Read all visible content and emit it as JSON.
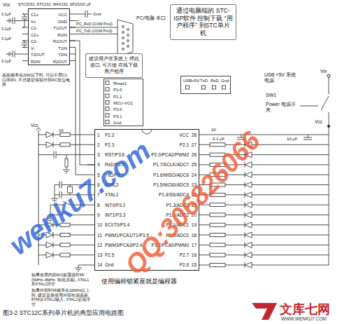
{
  "diagram": {
    "caption": "图3-2  STC12C系列单片机的典型应用电路图",
    "nodes": [
      {
        "text": [
          "C1+",
          "V+",
          "C1-",
          "C2+",
          "C2-",
          "V-",
          "T2OUT",
          "R2IN",
          "VCC",
          "GND",
          "T1OUT",
          "R1IN",
          "R1OUT",
          "T1IN",
          "T2IN",
          "R2OUT"
        ]
      },
      {
        "text": [
          "PC/电脑 串口"
        ]
      },
      {
        "text": [
          "通过电脑端的 STC-ISP软件 控制下载 “用户程序” 到STC单片机"
        ]
      },
      {
        "text": [
          "建议用户在系统上 焊此接口, 可方便 在线下载用户程序"
        ]
      },
      {
        "text": [
          "Reset1",
          "P1.0",
          "P1.1",
          "MCU-VCC",
          "P3.0",
          "P3.1",
          "Gnd"
        ]
      },
      {
        "text": [
          "USB+5V",
          "TxD",
          "RxD",
          "Gnd"
        ]
      },
      {
        "text": [
          "P2.2",
          "P2.3",
          "RST/P3.6",
          "RxD/P3.0",
          "TxD/P3.1",
          "XTAL2",
          "XTAL1",
          "INT0/P3.2",
          "INT1/P3.3",
          "ECI/T0/P3.4",
          "PWM1/PCA1/T1/P3.5",
          "PWM3/PCA3/P2.4",
          "P2.5",
          "Gnd",
          "VCC",
          "P2.1",
          "P2.0/PCA2/PWM2",
          "P1.7/SCLK/ADC7",
          "P1.6/MISO/ADC6",
          "P1.5/MOSI/ADC5",
          "P1.4/SS/ADC4",
          "P1.3/ADC3",
          "P1.2/ADC2",
          "P1.1/ADC1",
          "P1.0/ADC0",
          "P3.7/PCA0/PWM0",
          "P2.7",
          "P2.6",
          "1",
          "2",
          "3",
          "4",
          "5",
          "6",
          "7",
          "8",
          "9",
          "10",
          "11",
          "12",
          "13",
          "14",
          "28",
          "27",
          "26",
          "25",
          "24",
          "23",
          "22",
          "21",
          "20",
          "19",
          "18",
          "17",
          "16",
          "15"
        ]
      }
    ],
    "edges": [
      {
        "from": 0,
        "to": 1,
        "arrow": "none"
      },
      {
        "from": 0,
        "to": 6,
        "arrow": "none"
      }
    ],
    "labels": [
      "Vcc",
      "STC3232, STC232, MAX232, SP232",
      "10 μF",
      "Gnd",
      "0.1μF",
      "0.1μF",
      "0.1μF",
      "0.1μF",
      "PC_RxD (COM Pin2)",
      "PC_TxD (COM Pin3)",
      "晶振频率在20M以下时, 可以不用C1、C2和R1, 不过建议保留外部RC复位电路",
      "Vcc",
      "1K",
      "1K",
      "USB +5V 系统电源",
      "Vin",
      "SW1",
      "Power 电源开关",
      "Vcc",
      "0.1 μF",
      "10 μF",
      "如果使用内部R/C振荡器时钟 (5MHz~8MHz, 制造误差), XTAL1和XTAL2浮空",
      "如果外部时钟频率在33MHz以上时, 建议直接使用外部有源晶振, 时钟从XTAL1输入, XTAL2必须浮空",
      "使用编程锁紧座就是编程器",
      "wenku7.com",
      "QQ:306826066",
      "文库七网",
      "WWW.WENKU7.COM"
    ]
  }
}
